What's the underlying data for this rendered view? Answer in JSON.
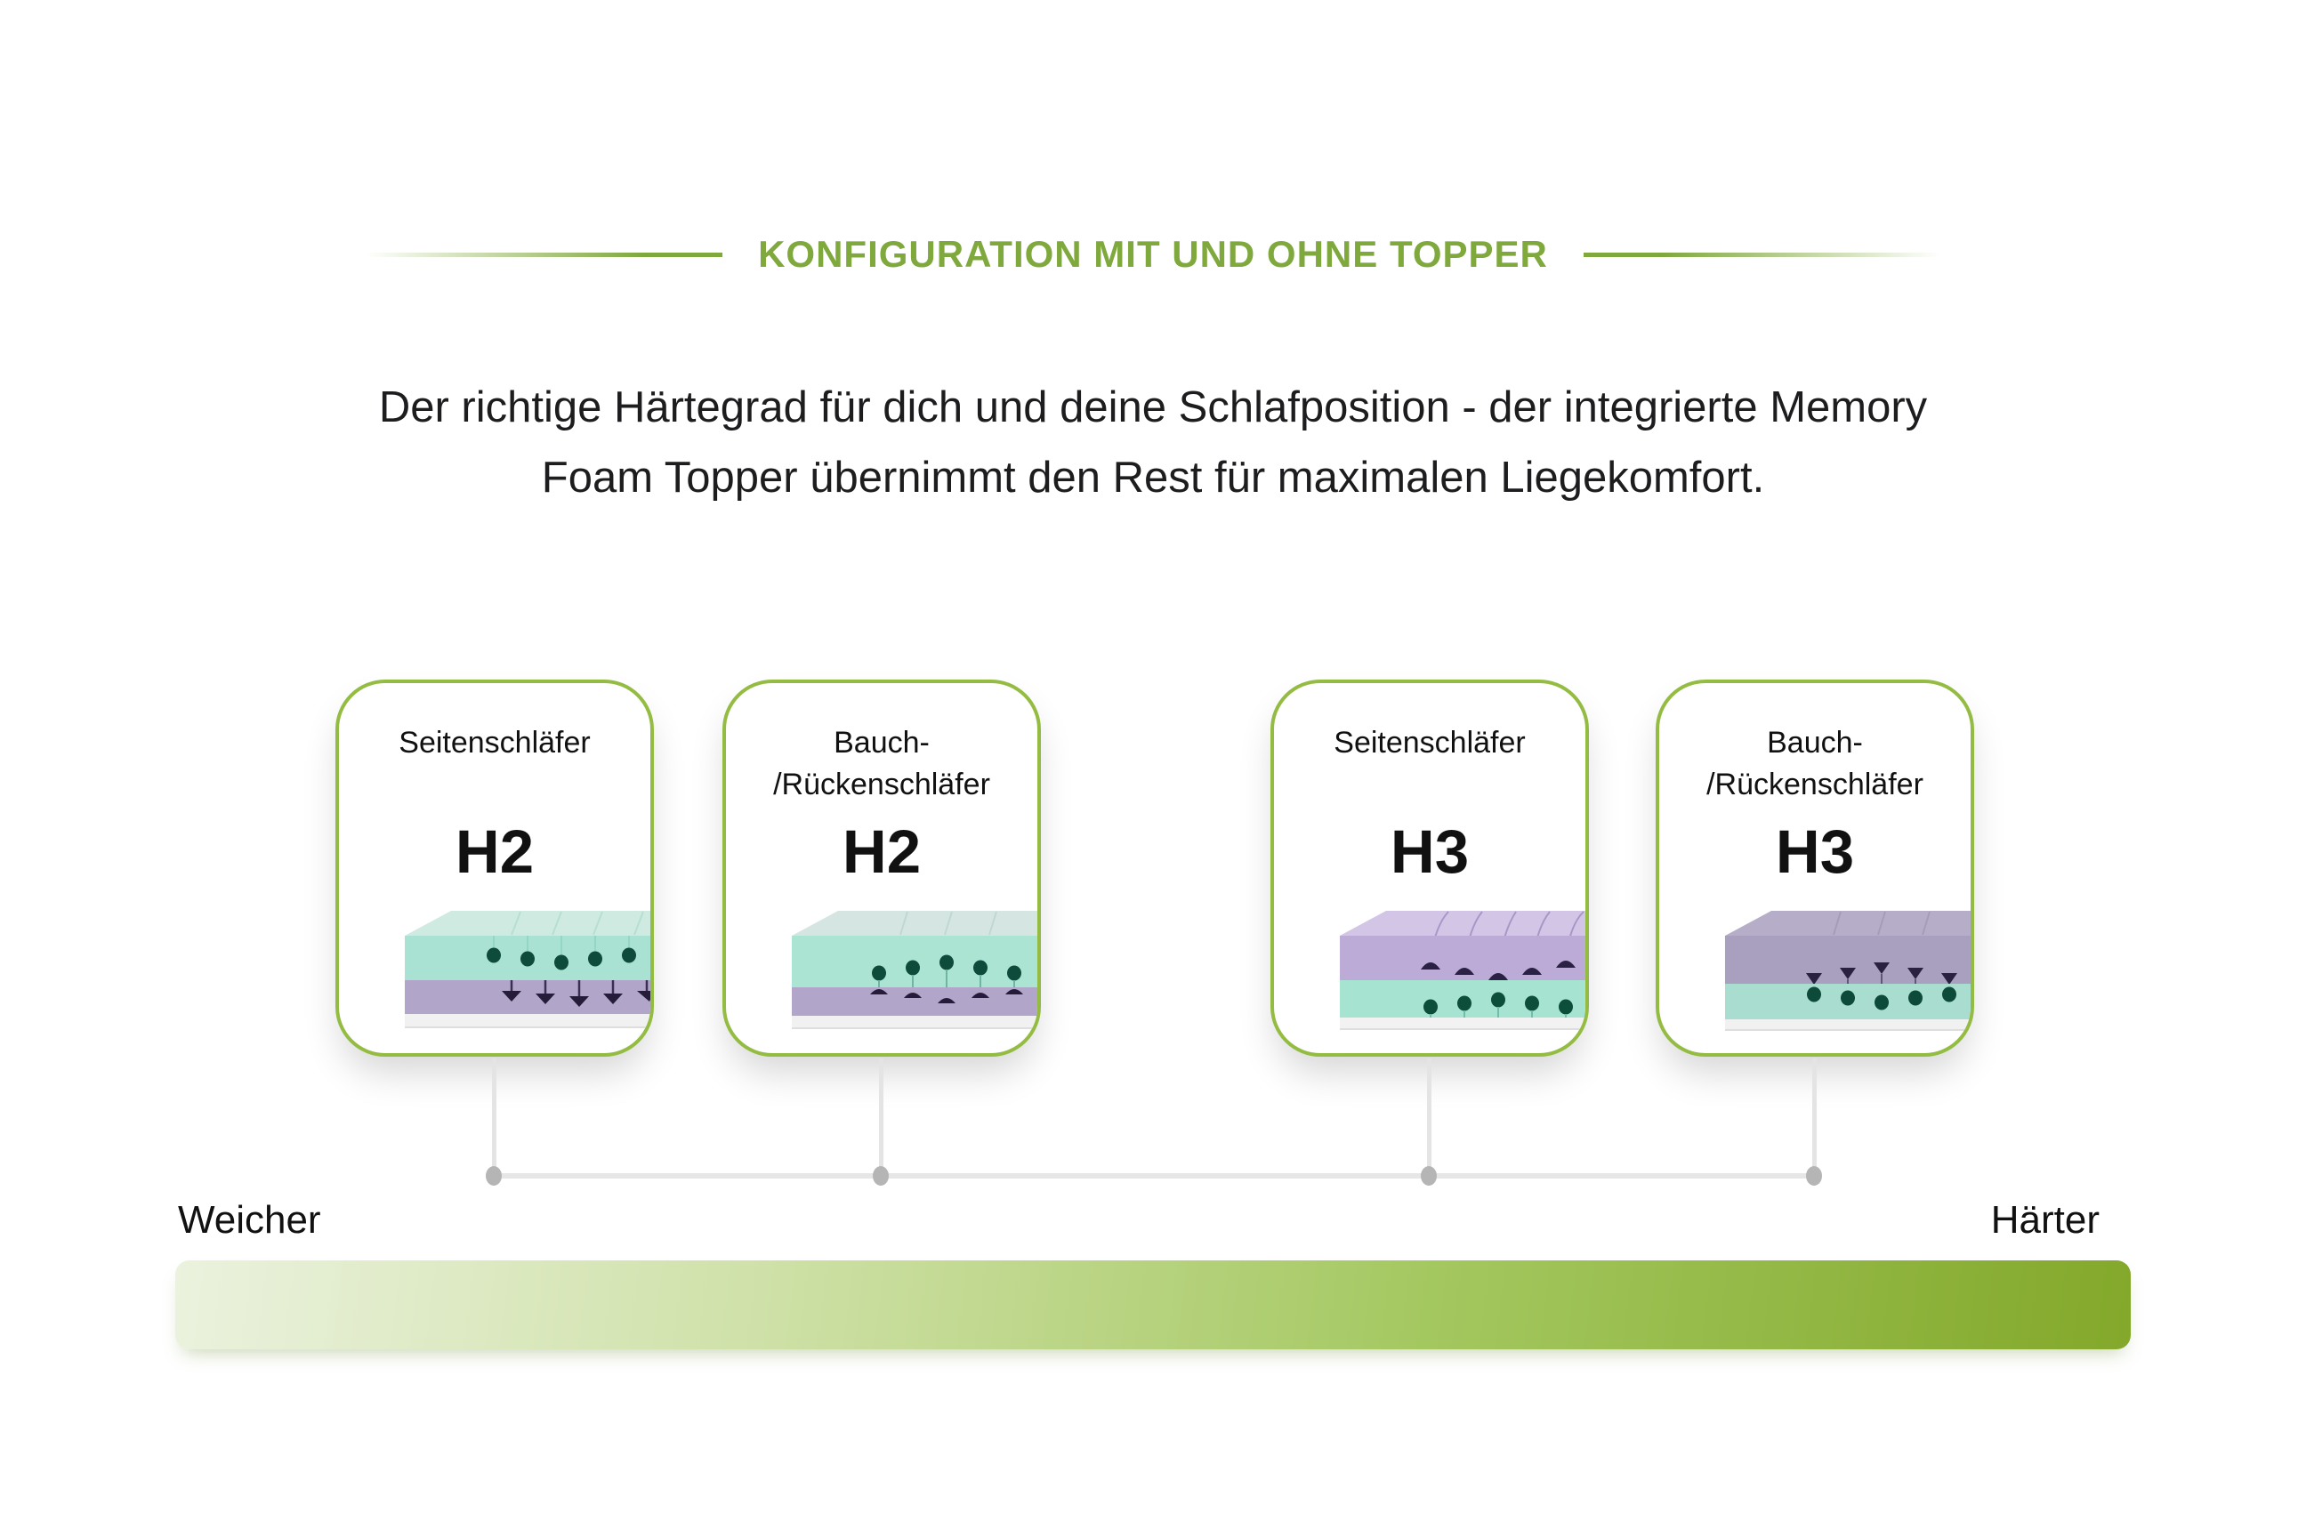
{
  "header": {
    "title": "KONFIGURATION MIT UND OHNE TOPPER",
    "subtitle_lines": [
      "Der richtige Härtegrad für dich und deine Schlafposition - der integrierte Memory",
      "Foam Topper übernimmt den Rest für maximalen Liegekomfort."
    ]
  },
  "cards": [
    {
      "label_lines": [
        "Seitenschläfer"
      ],
      "firmness": "H2"
    },
    {
      "label_lines": [
        "Bauch-",
        "/Rückenschläfer"
      ],
      "firmness": "H2"
    },
    {
      "label_lines": [
        "Seitenschläfer"
      ],
      "firmness": "H3"
    },
    {
      "label_lines": [
        "Bauch-",
        "/Rückenschläfer"
      ],
      "firmness": "H3"
    }
  ],
  "scale": {
    "left_label": "Weicher",
    "right_label": "Härter"
  },
  "colors": {
    "accent_green": "#7fa83d",
    "card_border_green": "#94bc43",
    "gradient_start": "#ebf2de",
    "gradient_end": "#83a82a",
    "text_dark": "#1d1d1f",
    "connector_gray": "#e4e4e4",
    "connector_dot_gray": "#b5b5b5",
    "mattress_teal": "#a9e2d2",
    "mattress_purple": "#b2a5ca",
    "marker_green": "#0e4b3a",
    "marker_dark": "#241c38",
    "base_white": "#f1f1f1"
  }
}
